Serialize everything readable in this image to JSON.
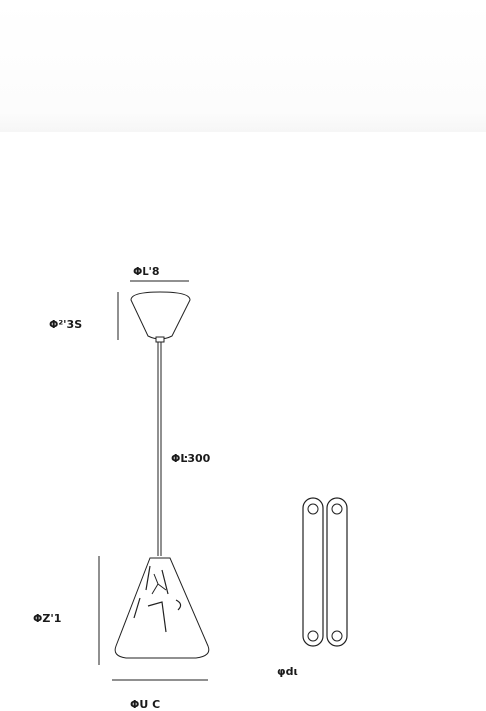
{
  "labels": {
    "top_width": "ΦԼ'8",
    "top_height": "Φ²'3S",
    "cord_length": "ΦĿ300",
    "shade_height": "ΦZ'1",
    "shade_width": "ΦU C",
    "clip_label": "φdι"
  }
}
